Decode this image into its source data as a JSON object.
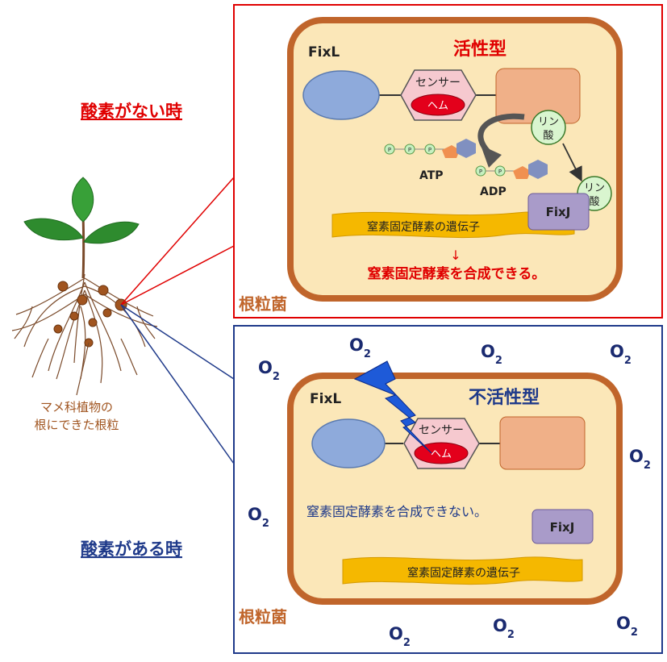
{
  "colors": {
    "red": "#e00000",
    "navy": "#1f3a8a",
    "cell_fill": "#fbe7b8",
    "cell_border": "#c0652b",
    "sensor_fill": "#f6c9cf",
    "heme_fill": "#e3001b",
    "fixl_domain": "#8eaadb",
    "kinase_domain": "#f0b088",
    "fixj_fill": "#a99bc9",
    "phosphate_fill": "#d9f5cf",
    "gene_fill": "#f5b800"
  },
  "plant": {
    "caption_line1": "マメ科植物の",
    "caption_line2": "根にできた根粒"
  },
  "top_panel": {
    "condition_label": "酸素がない時",
    "bacterium_label": "根粒菌",
    "fixl_label": "FixL",
    "state_title": "活性型",
    "sensor_label": "センサー",
    "heme_label": "ヘム",
    "phosphate_line1": "リン",
    "phosphate_line2": "酸",
    "atp_label": "ATP",
    "adp_label": "ADP",
    "p_mark": "P",
    "fixj_label": "FixJ",
    "gene_label": "窒素固定酵素の遺伝子",
    "arrow_glyph": "↓",
    "result_text": "窒素固定酵素を合成できる。"
  },
  "bottom_panel": {
    "condition_label": "酸素がある時",
    "bacterium_label": "根粒菌",
    "fixl_label": "FixL",
    "state_title": "不活性型",
    "sensor_label": "センサー",
    "heme_label": "ヘム",
    "result_text": "窒素固定酵素を合成できない。",
    "fixj_label": "FixJ",
    "gene_label": "窒素固定酵素の遺伝子",
    "oxygen_symbol": "O",
    "oxygen_subscript": "2"
  }
}
